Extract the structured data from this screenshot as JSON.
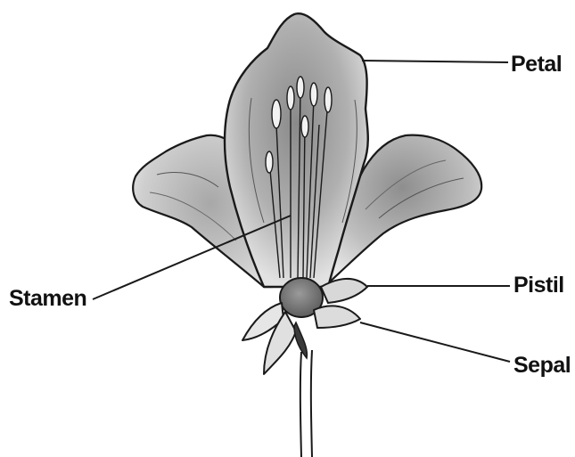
{
  "labels": {
    "petal": "Petal",
    "pistil": "Pistil",
    "sepal": "Sepal",
    "stamen": "Stamen"
  },
  "colors": {
    "outline": "#1a1a1a",
    "shade_dark": "#6e6e6e",
    "shade_mid": "#9a9a9a",
    "shade_light": "#d6d6d6",
    "background": "#ffffff"
  },
  "icons": {
    "flower": "flower-illustration"
  }
}
